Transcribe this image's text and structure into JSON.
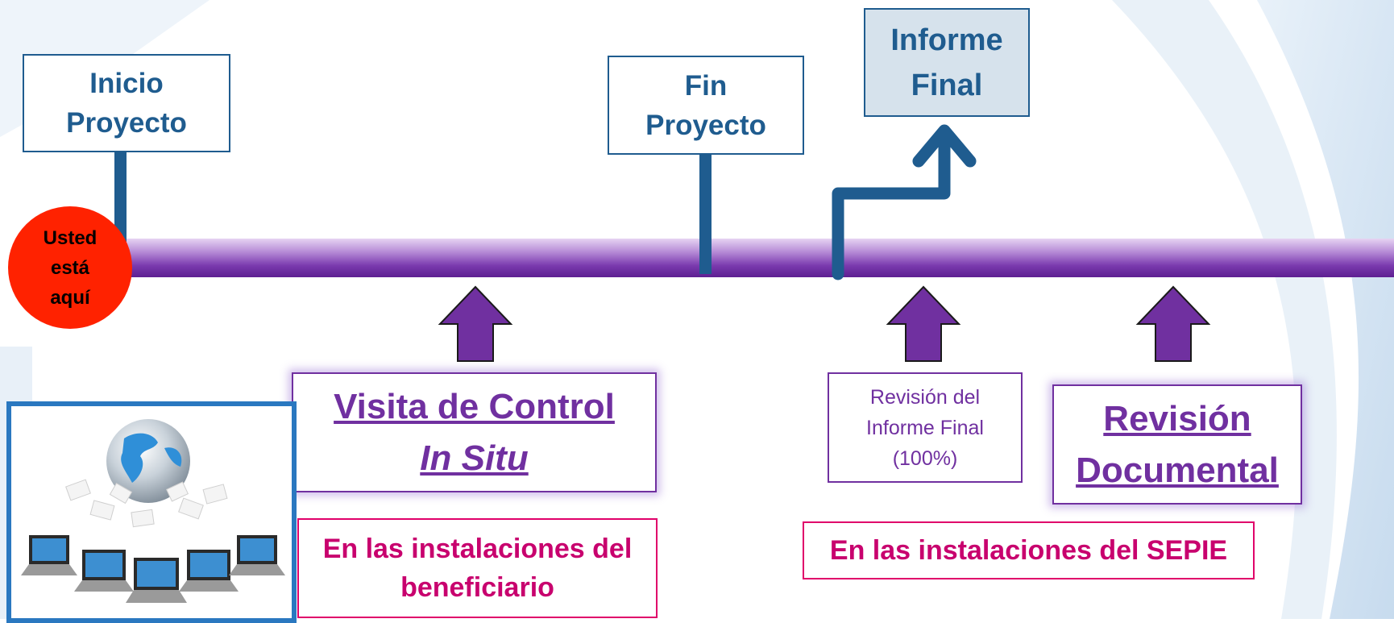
{
  "milestones": {
    "inicio": [
      "Inicio",
      "Proyecto"
    ],
    "fin": [
      "Fin",
      "Proyecto"
    ],
    "informe": [
      "Informe",
      "Final"
    ]
  },
  "here": [
    "Usted",
    "está",
    "aquí"
  ],
  "reviews": {
    "visita": {
      "line1": "Visita de Control",
      "line2": "In Situ"
    },
    "revision_informe": [
      "Revisión del",
      "Informe Final",
      "(100%)"
    ],
    "revision_doc": [
      "Revisión",
      "Documental"
    ]
  },
  "locations": {
    "beneficiario": [
      "En las instalaciones del",
      "beneficiario"
    ],
    "sepie": "En las instalaciones del SEPIE"
  },
  "colors": {
    "milestone": "#1f5c8f",
    "timeline": "#7030a0",
    "location": "#c8006e",
    "here": "#ff2200"
  }
}
